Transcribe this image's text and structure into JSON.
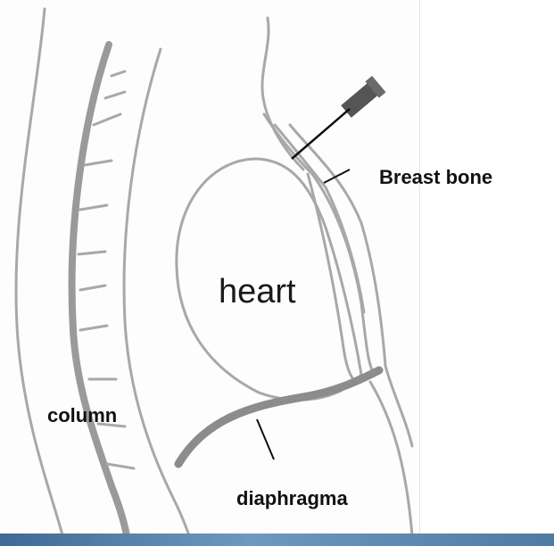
{
  "labels": {
    "heart": "heart",
    "breast_bone": "Breast bone",
    "column": "column",
    "diaphragm": "diaphragma"
  },
  "colors": {
    "outline": "#a8a8a8",
    "spine_fill": "#9a9a9a",
    "diaphragm_fill": "#8c8c8c",
    "pointer_line": "#111111",
    "needle_body": "#555555",
    "background_band": "#4f7aa4"
  },
  "icons": {
    "needle": "syringe-icon"
  }
}
